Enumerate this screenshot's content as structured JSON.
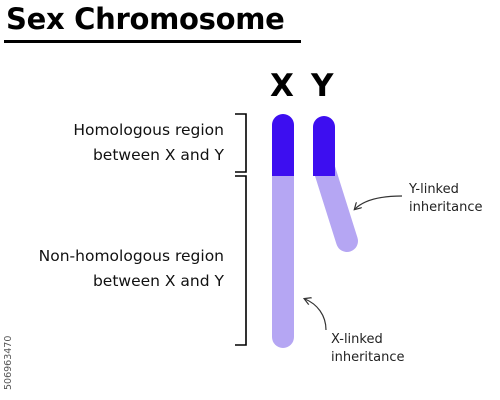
{
  "title": "Sex Chromosome",
  "chromosomes": {
    "x_label": "X",
    "y_label": "Y"
  },
  "regions": {
    "homologous": [
      "Homologous region",
      "between X and Y"
    ],
    "non_homologous": [
      "Non-homologous region",
      "between X and Y"
    ]
  },
  "inheritance": {
    "y_linked": [
      "Y-linked",
      "inheritance"
    ],
    "x_linked": [
      "X-linked",
      "inheritance"
    ]
  },
  "watermark": "506963470",
  "colors": {
    "homologous": "#3d0ef0",
    "non_homologous": "#b5a6f3",
    "ink": "#000000"
  }
}
